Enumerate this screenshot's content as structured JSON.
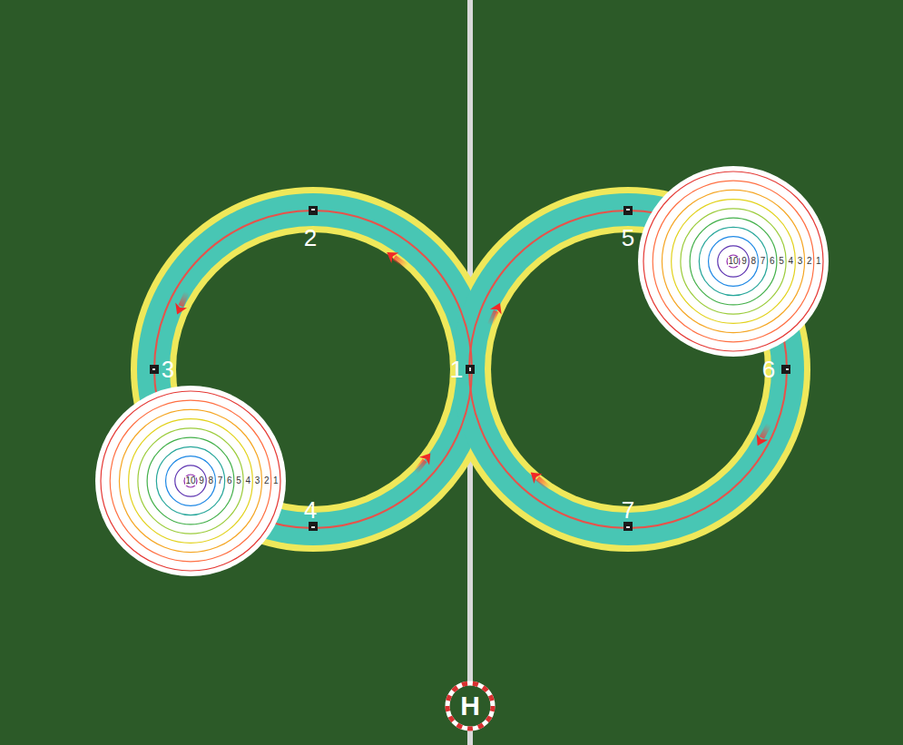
{
  "diagram": {
    "nodes": [
      {
        "text": [
          "10",
          "9",
          "8",
          "7",
          "6",
          "5",
          "4",
          "3",
          "2",
          "1"
        ]
      },
      {
        "text": [
          "10",
          "9",
          "8",
          "7",
          "6",
          "5",
          "4",
          "3",
          "2",
          "1"
        ]
      },
      {
        "text": [
          "H"
        ]
      }
    ],
    "labels": [
      "1",
      "2",
      "3",
      "4",
      "5",
      "6",
      "7"
    ]
  }
}
